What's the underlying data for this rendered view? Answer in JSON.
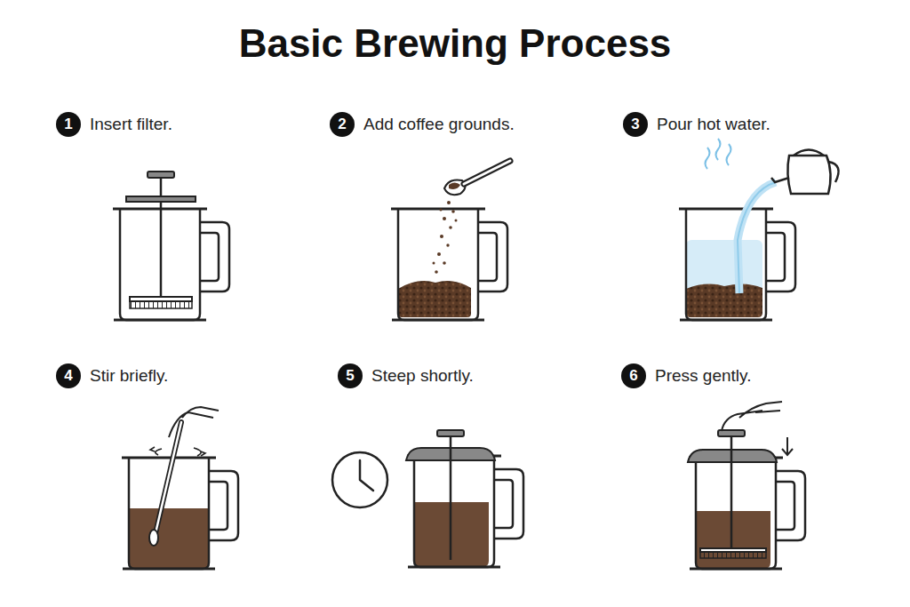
{
  "diagram": {
    "title": "Basic Brewing Process",
    "nodes": [
      {
        "text": [
          "1",
          "Insert filter."
        ]
      },
      {
        "text": [
          "2",
          "Add coffee grounds."
        ]
      },
      {
        "text": [
          "3",
          "Pour hot water."
        ]
      },
      {
        "text": [
          "4",
          "Stir briefly."
        ]
      },
      {
        "text": [
          "5",
          "Steep shortly."
        ]
      },
      {
        "text": [
          "6",
          "Press gently."
        ]
      }
    ]
  }
}
